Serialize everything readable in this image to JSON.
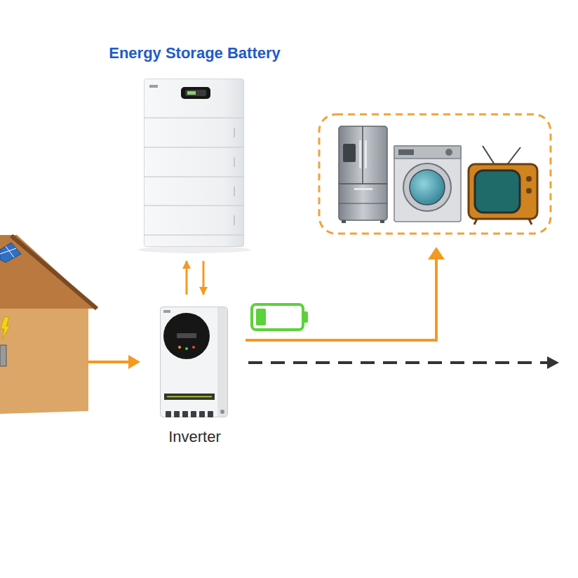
{
  "diagram": {
    "nodes": [
      {
        "text": [
          "Energy Storage Battery"
        ]
      },
      {
        "text": [
          "Inverter"
        ]
      }
    ],
    "edges": [
      {
        "from": 1,
        "to": 0,
        "arrow": "to"
      },
      {
        "from": 0,
        "to": 1,
        "arrow": "to"
      }
    ]
  }
}
